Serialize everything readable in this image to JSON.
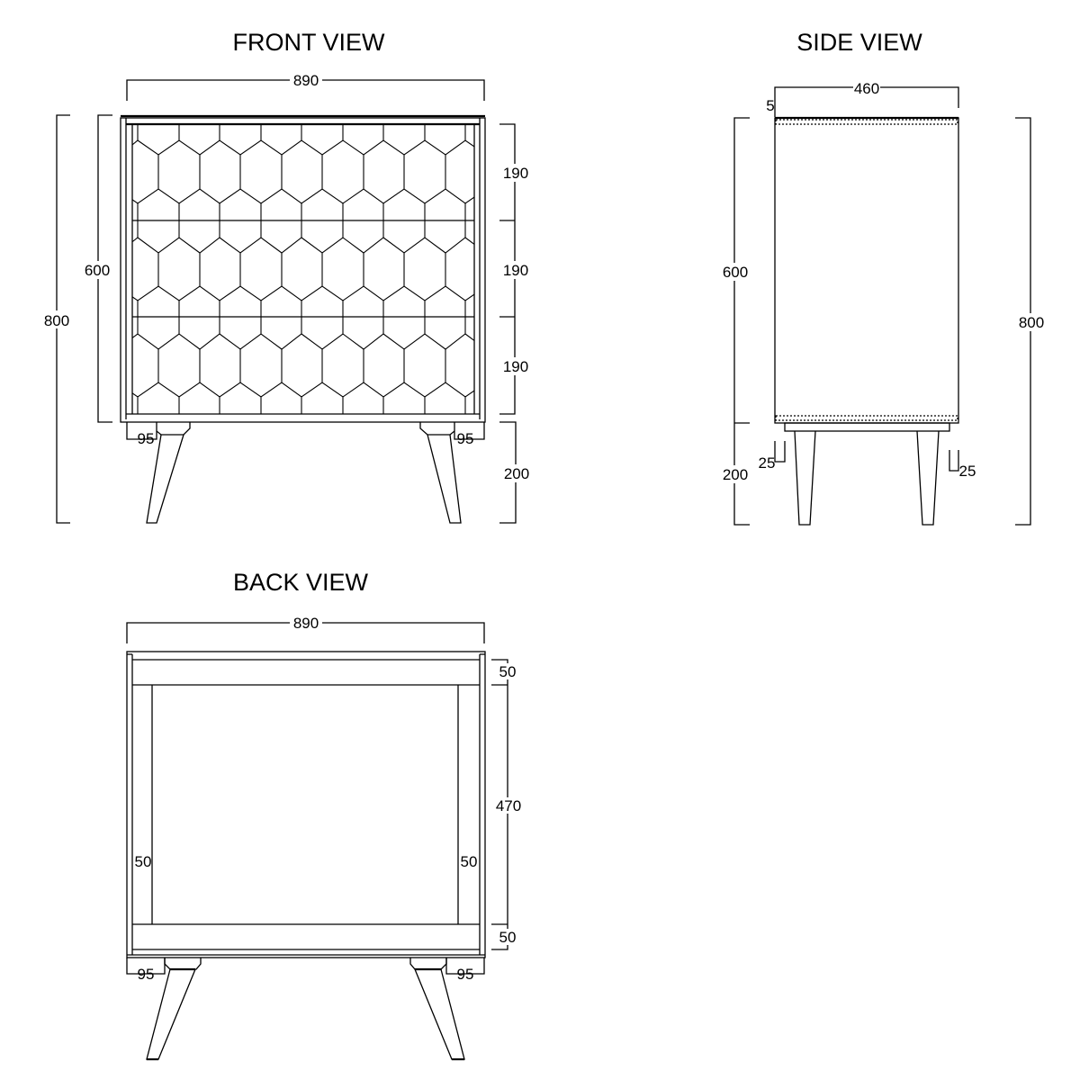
{
  "views": {
    "front": {
      "title": "FRONT VIEW",
      "width_label": "890",
      "body_height_label": "600",
      "total_height_label": "800",
      "drawer_heights": [
        "190",
        "190",
        "190"
      ],
      "leg_height_label": "200",
      "leg_offset_left": "95",
      "leg_offset_right": "95"
    },
    "side": {
      "title": "SIDE VIEW",
      "depth_label": "460",
      "top_thickness_label": "5",
      "body_height_label": "600",
      "total_height_label": "800",
      "leg_height_label": "200",
      "leg_inset_left": "25",
      "leg_inset_right": "25"
    },
    "back": {
      "title": "BACK VIEW",
      "width_label": "890",
      "top_rail_label": "50",
      "panel_height_label": "470",
      "bottom_rail_label": "50",
      "left_stile_label": "50",
      "right_stile_label": "50",
      "leg_offset_left": "95",
      "leg_offset_right": "95"
    }
  },
  "colors": {
    "line": "#000000",
    "background": "#ffffff"
  }
}
